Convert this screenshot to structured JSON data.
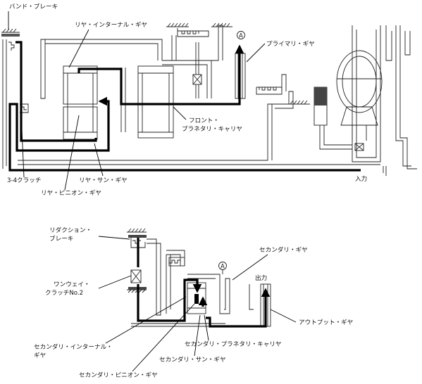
{
  "top_diagram": {
    "labels": {
      "band_brake": "バンド・ブレーキ",
      "rear_internal_gear": "リヤ・インターナル・ギヤ",
      "primary_gear": "プライマリ・ギヤ",
      "front_planetary_carrier_1": "フロント・",
      "front_planetary_carrier_2": "プラネタリ・キャリヤ",
      "clutch_34": "3-4クラッチ",
      "rear_sun_gear": "リヤ・サン・ギヤ",
      "rear_pinion_gear": "リヤ・ピニオン・ギヤ",
      "input": "入力",
      "marker_a": "A"
    }
  },
  "bottom_diagram": {
    "labels": {
      "reduction_brake_1": "リダクション・",
      "reduction_brake_2": "ブレーキ",
      "oneway_clutch_1": "ワンウェイ・",
      "oneway_clutch_2": "クラッチNo.2",
      "secondary_gear": "セカンダリ・ギヤ",
      "output": "出力",
      "output_gear": "アウトプット・ギヤ",
      "secondary_internal_gear_1": "セカンダリ・インターナル・",
      "secondary_internal_gear_2": "ギヤ",
      "secondary_planetary_carrier": "セカンダリ・プラネタリ・キャリヤ",
      "secondary_sun_gear": "セカンダリ・サン・ギヤ",
      "secondary_pinion_gear": "セカンダリ・ピニオン・ギヤ",
      "marker_a": "A"
    }
  }
}
